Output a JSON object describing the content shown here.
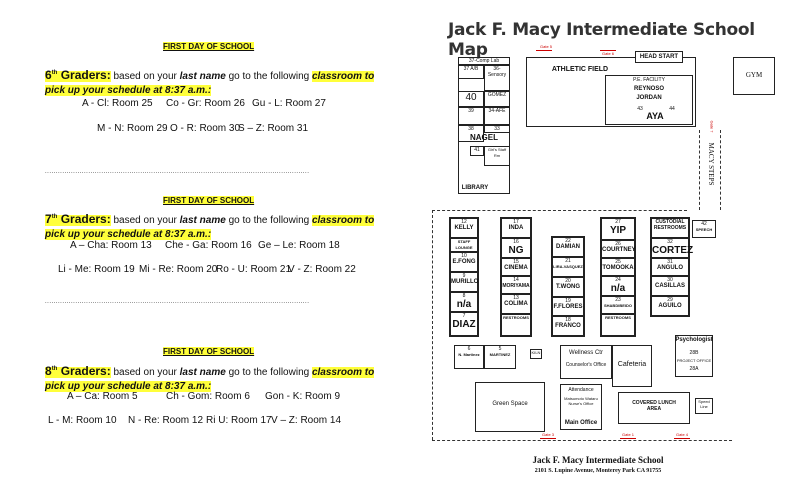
{
  "sections": [
    {
      "title": "FIRST DAY OF SCHOOL",
      "grade_num": "6",
      "grade_sup": "th",
      "grade_word": " Graders:",
      "intro_a": " based on your ",
      "intro_b": "last name",
      "intro_c": " go to the following ",
      "intro_d": "classroom to pick up your schedule at 8:37 a.m.:",
      "rows": [
        [
          "A - Cl: Room 25",
          "Co - Gr: Room 26",
          "Gu - L: Room 27"
        ],
        [
          "M - N:  Room 29",
          "O - R: Room 30",
          "S – Z:  Room 31"
        ]
      ]
    },
    {
      "title": "FIRST DAY OF SCHOOL",
      "grade_num": "7",
      "grade_sup": "th",
      "grade_word": " Graders:",
      "intro_a": " based on your ",
      "intro_b": "last name",
      "intro_c": " go to the following ",
      "intro_d": "classroom to pick up your schedule at 8:37 a.m.:",
      "rows": [
        [
          "A – Cha:  Room 13",
          "Che - Ga:  Room 16",
          "Ge – Le: Room 18"
        ],
        [
          "Li - Me:  Room 19",
          "Mi - Re:  Room 20",
          "Ro - U:  Room 21",
          "V - Z:  Room 22"
        ]
      ]
    },
    {
      "title": "FIRST DAY OF SCHOOL",
      "grade_num": "8",
      "grade_sup": "th",
      "grade_word": " Graders:",
      "intro_a": " based on your ",
      "intro_b": "last name",
      "intro_c": " go to the following ",
      "intro_d": "classroom to pick up your schedule at 8:37 a.m.:",
      "rows": [
        [
          "A – Ca:  Room 5",
          "Ch - Gom:  Room 6",
          "Gon - K:  Room 9"
        ],
        [
          "L - M:  Room 10",
          "N - Re:  Room 12",
          "Ri U:  Room 17",
          "V – Z:  Room 14"
        ]
      ]
    }
  ],
  "dots": "..........................................................................................................................",
  "map": {
    "title": "Jack F. Macy Intermediate School Map",
    "athletic_field": "ATHLETIC FIELD",
    "head_start": "HEAD START",
    "pe_facility": "P.E. FACILITY",
    "reynoso": "REYNOSO",
    "jordan": "JORDAN",
    "aya": "AYA",
    "room43": "43",
    "room44": "44",
    "gym": "GYM",
    "macy_steps": "MACY STEPS",
    "library": "LIBRARY",
    "comp_lab": "37-Comp Lab",
    "r37ab": "37 A/B",
    "sensory": "36-Sensory",
    "r40": "40",
    "gomez": "GOMEZ",
    "r39": "39",
    "afe": "34-AFE",
    "r38": "38",
    "r33": "33",
    "nagel": "NAGEL",
    "r41": "41",
    "staff_rm": "Girl's Staff Rm",
    "gates": [
      "Gate 5",
      "Gate 6",
      "Gate 7",
      "Gate 3",
      "Gate 1",
      "Gate 2",
      "Gate 4"
    ],
    "rooms_col1": [
      {
        "n": "12",
        "name": "KELLY"
      },
      {
        "n": "",
        "name": "STAFF LOUNGE"
      },
      {
        "n": "10",
        "name": "E.FONG"
      },
      {
        "n": "9",
        "name": "MURILLO"
      },
      {
        "n": "8",
        "name": "n/a"
      },
      {
        "n": "7",
        "name": "DIAZ"
      }
    ],
    "rooms_col2": [
      {
        "n": "17",
        "name": "INDA"
      },
      {
        "n": "16",
        "name": "NG"
      },
      {
        "n": "15",
        "name": "CINEMA"
      },
      {
        "n": "14",
        "name": "MORIYAMA"
      },
      {
        "n": "13",
        "name": "COLIMA"
      },
      {
        "n": "",
        "name": "RESTROOMS"
      }
    ],
    "rooms_col3": [
      {
        "n": "22",
        "name": "DAMIAN"
      },
      {
        "n": "21",
        "name": "LIRA-VASQUEZ"
      },
      {
        "n": "20",
        "name": "T.WONG"
      },
      {
        "n": "19",
        "name": "F.FLORES"
      },
      {
        "n": "18",
        "name": "FRANCO"
      }
    ],
    "rooms_col4": [
      {
        "n": "27",
        "name": "YIP"
      },
      {
        "n": "26",
        "name": "COURTNEY"
      },
      {
        "n": "25",
        "name": "TOMOOKA"
      },
      {
        "n": "24",
        "name": "n/a"
      },
      {
        "n": "23",
        "name": "SHABDIBEIDO"
      },
      {
        "n": "",
        "name": "RESTROOMS"
      }
    ],
    "rooms_col5": [
      {
        "n": "",
        "name": "CUSTODIAL RESTROOMS"
      },
      {
        "n": "32",
        "name": "CORTEZ"
      },
      {
        "n": "31",
        "name": "ANGULO"
      },
      {
        "n": "30",
        "name": "CASILLAS"
      },
      {
        "n": "29",
        "name": "AGUILO"
      }
    ],
    "speech_n": "42",
    "speech": "SPEECH",
    "r6": "6",
    "r6name": "N. Martinez",
    "r5": "5",
    "r5name": "MARTINEZ",
    "kiln": "KILN",
    "wellness": "Wellness Ctr",
    "counselor": "Counselor's Office",
    "cafeteria": "Cafeteria",
    "psychologist": "Psychologist",
    "r28b": "28B",
    "project_office": "PROJECT OFFICE",
    "r28a": "28A",
    "attendance": "Attendance",
    "nurse": "Matsumoto Wataru Nurse's Office",
    "main_office": "Main Office",
    "green_space": "Green Space",
    "covered_lunch": "COVERED LUNCH AREA",
    "speed_line": "Speed Line",
    "footer_name": "Jack F. Macy Intermediate School",
    "footer_addr": "2101 S. Lupine Avenue, Monterey Park CA 91755"
  }
}
